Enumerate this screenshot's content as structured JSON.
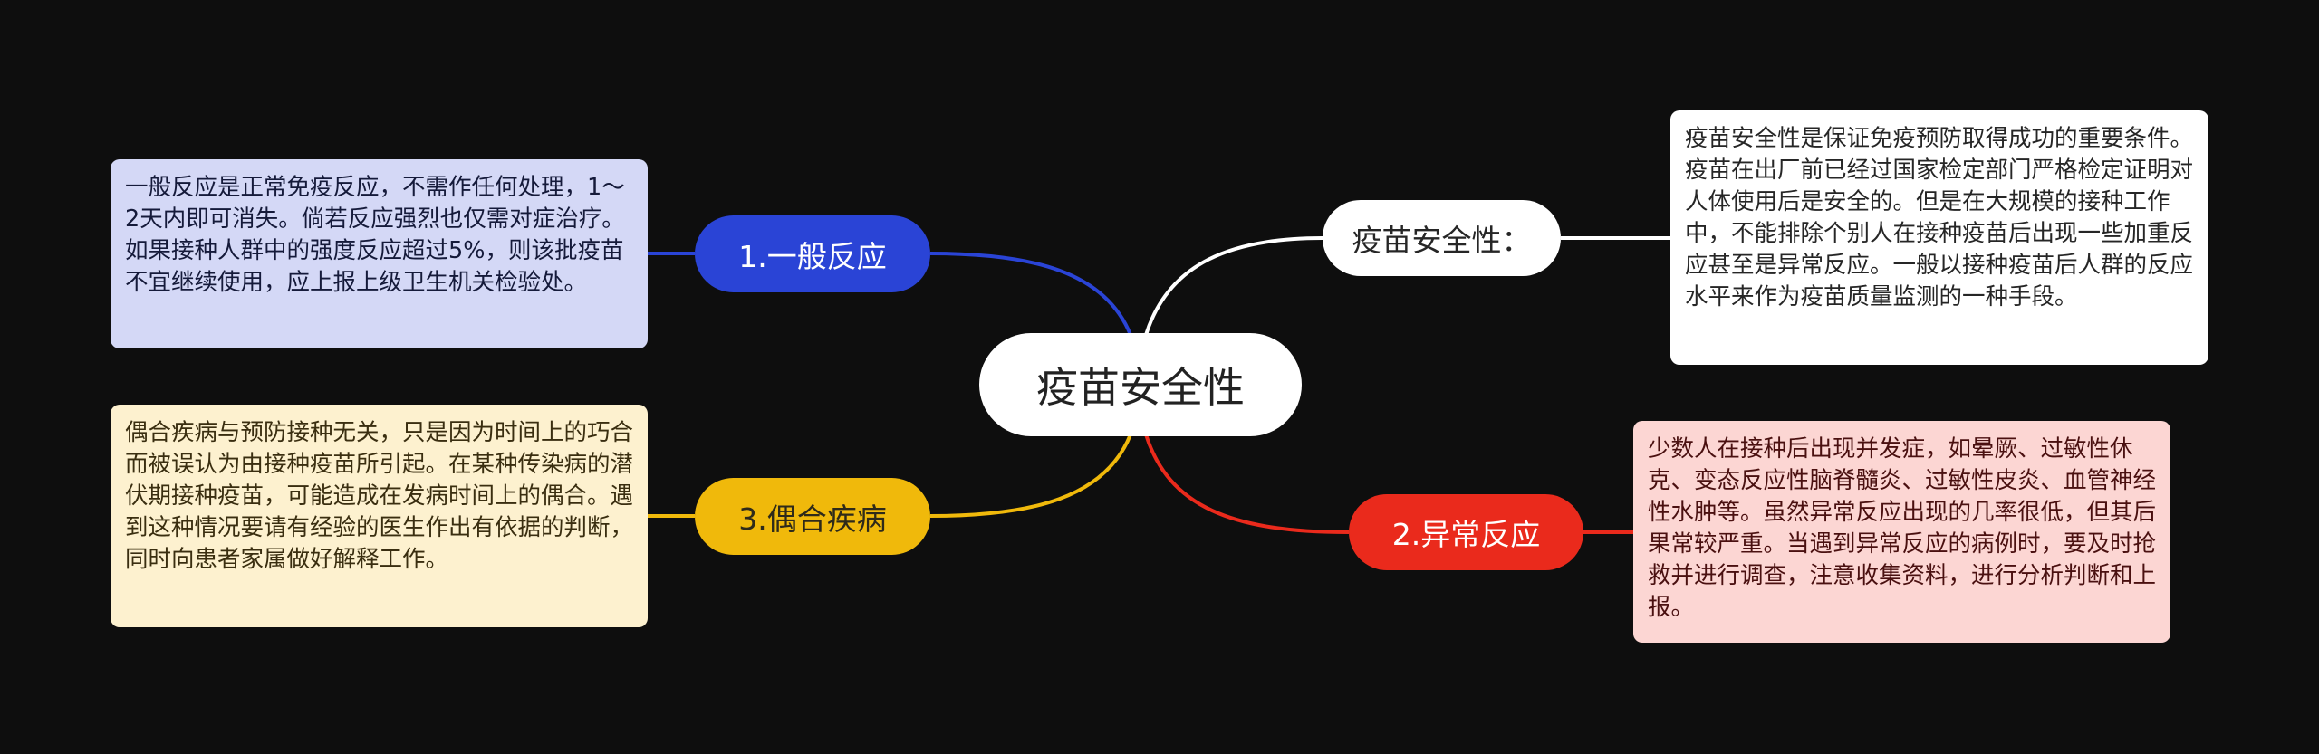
{
  "colors": {
    "background": "#0e0e0e",
    "blue": "#2a44d6",
    "yellow": "#f0b90b",
    "red": "#ea2a1c",
    "white": "#ffffff"
  },
  "root": {
    "label": "疫苗安全性"
  },
  "branches": [
    {
      "id": "safety",
      "label": "疫苗安全性：",
      "color": "#ffffff",
      "note": "疫苗安全性是保证免疫预防取得成功的重要条件。疫苗在出厂前已经过国家检定部门严格检定证明对人体使用后是安全的。但是在大规模的接种工作中，不能排除个别人在接种疫苗后出现一些加重反应甚至是异常反应。一般以接种疫苗后人群的反应水平来作为疫苗质量监测的一种手段。"
    },
    {
      "id": "general",
      "label": "1.一般反应",
      "color": "#2a44d6",
      "note": "一般反应是正常免疫反应，不需作任何处理，1～2天内即可消失。倘若反应强烈也仅需对症治疗。如果接种人群中的强度反应超过5%，则该批疫苗不宜继续使用，应上报上级卫生机关检验处。"
    },
    {
      "id": "abnormal",
      "label": "2.异常反应",
      "color": "#ea2a1c",
      "note": "少数人在接种后出现并发症，如晕厥、过敏性休克、变态反应性脑脊髓炎、过敏性皮炎、血管神经性水肿等。虽然异常反应出现的几率很低，但其后果常较严重。当遇到异常反应的病例时，要及时抢救并进行调查，注意收集资料，进行分析判断和上报。"
    },
    {
      "id": "coincidental",
      "label": "3.偶合疾病",
      "color": "#f0b90b",
      "note": "偶合疾病与预防接种无关，只是因为时间上的巧合而被误认为由接种疫苗所引起。在某种传染病的潜伏期接种疫苗，可能造成在发病时间上的偶合。遇到这种情况要请有经验的医生作出有依据的判断，同时向患者家属做好解释工作。"
    }
  ]
}
